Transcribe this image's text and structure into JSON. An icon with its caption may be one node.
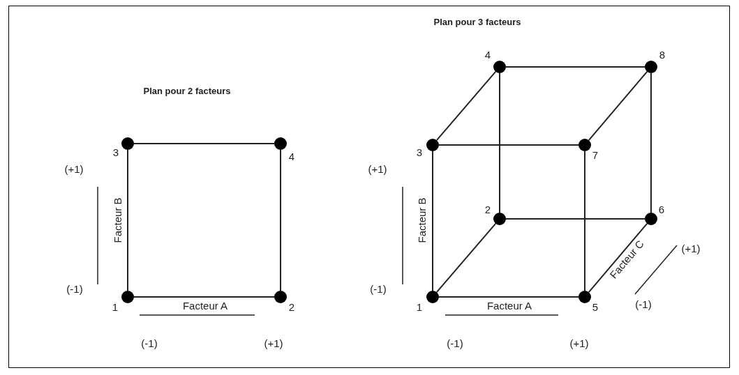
{
  "diagram": {
    "nodes": [
      {
        "text": [],
        "shape": "circle",
        "beside": [
          "1"
        ]
      },
      {
        "text": [],
        "shape": "circle",
        "beside": [
          "2"
        ]
      },
      {
        "text": [],
        "shape": "circle",
        "beside": [
          "3"
        ]
      },
      {
        "text": [],
        "shape": "circle",
        "beside": [
          "4"
        ]
      },
      {
        "text": [],
        "shape": "circle",
        "beside": [
          "1"
        ]
      },
      {
        "text": [],
        "shape": "circle",
        "beside": [
          "2"
        ]
      },
      {
        "text": [],
        "shape": "circle",
        "beside": [
          "3"
        ]
      },
      {
        "text": [],
        "shape": "circle",
        "beside": [
          "4"
        ]
      },
      {
        "text": [],
        "shape": "circle",
        "beside": [
          "5"
        ]
      },
      {
        "text": [],
        "shape": "circle",
        "beside": [
          "6"
        ]
      },
      {
        "text": [],
        "shape": "circle",
        "beside": [
          "7"
        ]
      },
      {
        "text": [],
        "shape": "circle",
        "beside": [
          "8"
        ]
      }
    ],
    "edges": [
      {
        "from": 0,
        "to": 1,
        "arrow": "none"
      },
      {
        "from": 1,
        "to": 3,
        "arrow": "none"
      },
      {
        "from": 3,
        "to": 2,
        "arrow": "none"
      },
      {
        "from": 2,
        "to": 0,
        "arrow": "none"
      },
      {
        "from": 4,
        "to": 8,
        "arrow": "none"
      },
      {
        "from": 8,
        "to": 10,
        "arrow": "none"
      },
      {
        "from": 10,
        "to": 6,
        "arrow": "none"
      },
      {
        "from": 6,
        "to": 4,
        "arrow": "none"
      },
      {
        "from": 5,
        "to": 9,
        "arrow": "none"
      },
      {
        "from": 9,
        "to": 11,
        "arrow": "none"
      },
      {
        "from": 11,
        "to": 7,
        "arrow": "none"
      },
      {
        "from": 7,
        "to": 5,
        "arrow": "none"
      },
      {
        "from": 4,
        "to": 5,
        "arrow": "none"
      },
      {
        "from": 8,
        "to": 9,
        "arrow": "none"
      },
      {
        "from": 10,
        "to": 11,
        "arrow": "none"
      },
      {
        "from": 6,
        "to": 7,
        "arrow": "none"
      }
    ],
    "labels": [
      "Plan pour 2 facteurs",
      "(+1)",
      "Facteur B",
      "(-1)",
      "Facteur A",
      "(-1)",
      "(+1)",
      "Plan pour 3 facteurs",
      "(+1)",
      "Facteur B",
      "(-1)",
      "Facteur C",
      "(+1)",
      "(-1)",
      "Facteur A",
      "(-1)",
      "(+1)"
    ]
  }
}
